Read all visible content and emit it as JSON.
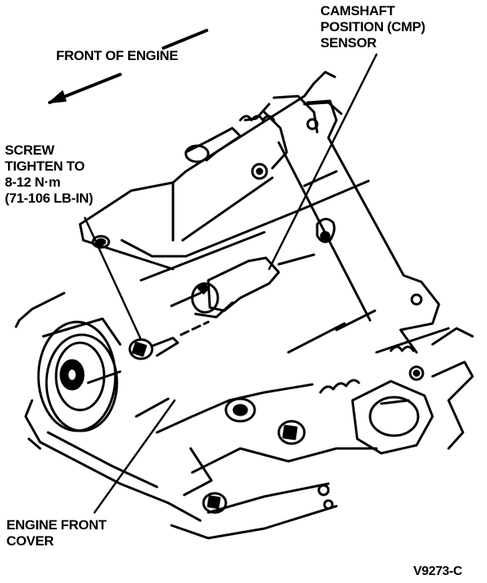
{
  "labels": {
    "front_of_engine": "FRONT OF ENGINE",
    "cmp_sensor": [
      "CAMSHAFT",
      "POSITION (CMP)",
      "SENSOR"
    ],
    "screw": [
      "SCREW",
      "TIGHTEN TO",
      "8-12 N·m",
      "(71-106 LB-IN)"
    ],
    "front_cover": [
      "ENGINE FRONT",
      "COVER"
    ],
    "figure_id": "V9273-C"
  },
  "colors": {
    "ink": "#000000",
    "paper": "#ffffff"
  }
}
